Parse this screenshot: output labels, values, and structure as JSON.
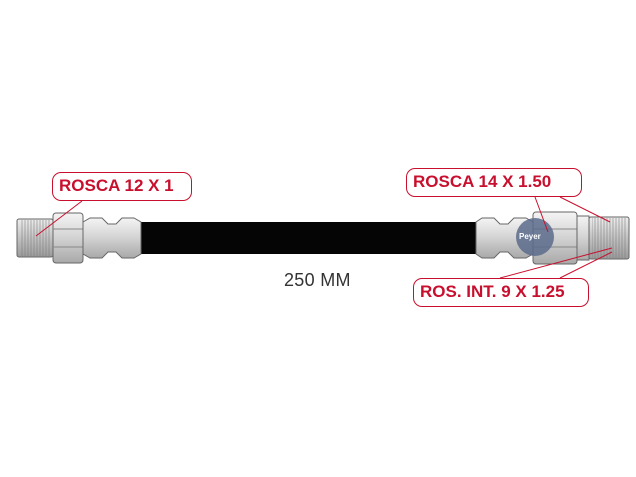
{
  "callouts": {
    "left_thread": "ROSCA 12 X 1",
    "right_thread": "ROSCA 14 X 1.50",
    "internal_thread": "ROS. INT. 9 X 1.25"
  },
  "length_label": "250 MM",
  "brand_logo": "Peyer",
  "colors": {
    "callout": "#c8102e",
    "hose": "#000000",
    "fitting": "#d9d9d9",
    "logo": "#5b6b8c"
  }
}
